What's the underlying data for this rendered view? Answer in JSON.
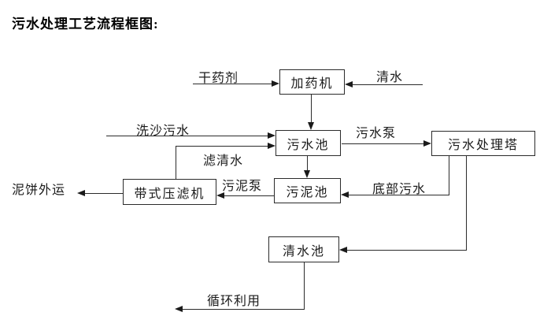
{
  "title": "污水处理工艺流程框图:",
  "diagram": {
    "nodes": {
      "dosing_machine": {
        "label": "加药机"
      },
      "sewage_pool": {
        "label": "污水池"
      },
      "treatment_tower": {
        "label": "污水处理塔"
      },
      "sludge_pool": {
        "label": "污泥池"
      },
      "belt_filter_press": {
        "label": "带式压滤机"
      },
      "clear_water_pool": {
        "label": "清水池"
      }
    },
    "edge_labels": {
      "dry_agent": "干药剂",
      "clear_water": "清水",
      "sand_washing_sewage": "洗沙污水",
      "filtered_water": "滤清水",
      "sewage_pump": "污水泵",
      "bottom_sewage": "底部污水",
      "sludge_pump": "污泥泵",
      "mud_cake_out": "泥饼外运",
      "recycle": "循环利用"
    },
    "edges": [
      {
        "from": "干药剂(外部)",
        "to": "加药机",
        "label": "干药剂"
      },
      {
        "from": "清水(外部)",
        "to": "加药机",
        "label": "清水"
      },
      {
        "from": "加药机",
        "to": "污水池",
        "label": ""
      },
      {
        "from": "洗沙污水(外部)",
        "to": "污水池",
        "label": "洗沙污水"
      },
      {
        "from": "带式压滤机",
        "to": "污水池",
        "label": "滤清水"
      },
      {
        "from": "污水池",
        "to": "污水处理塔",
        "label": "污水泵"
      },
      {
        "from": "污水池",
        "to": "污泥池",
        "label": ""
      },
      {
        "from": "污水处理塔",
        "to": "污泥池",
        "label": "底部污水"
      },
      {
        "from": "污泥池",
        "to": "带式压滤机",
        "label": "污泥泵"
      },
      {
        "from": "带式压滤机",
        "to": "泥饼外运(外部)",
        "label": "泥饼外运"
      },
      {
        "from": "污水处理塔",
        "to": "清水池",
        "label": ""
      },
      {
        "from": "清水池",
        "to": "循环利用(外部)",
        "label": "循环利用"
      }
    ],
    "colors": {
      "background": "#ffffff",
      "line": "#2b2b2b",
      "box_border": "#2b2b2b",
      "text": "#1a1a1a"
    }
  }
}
